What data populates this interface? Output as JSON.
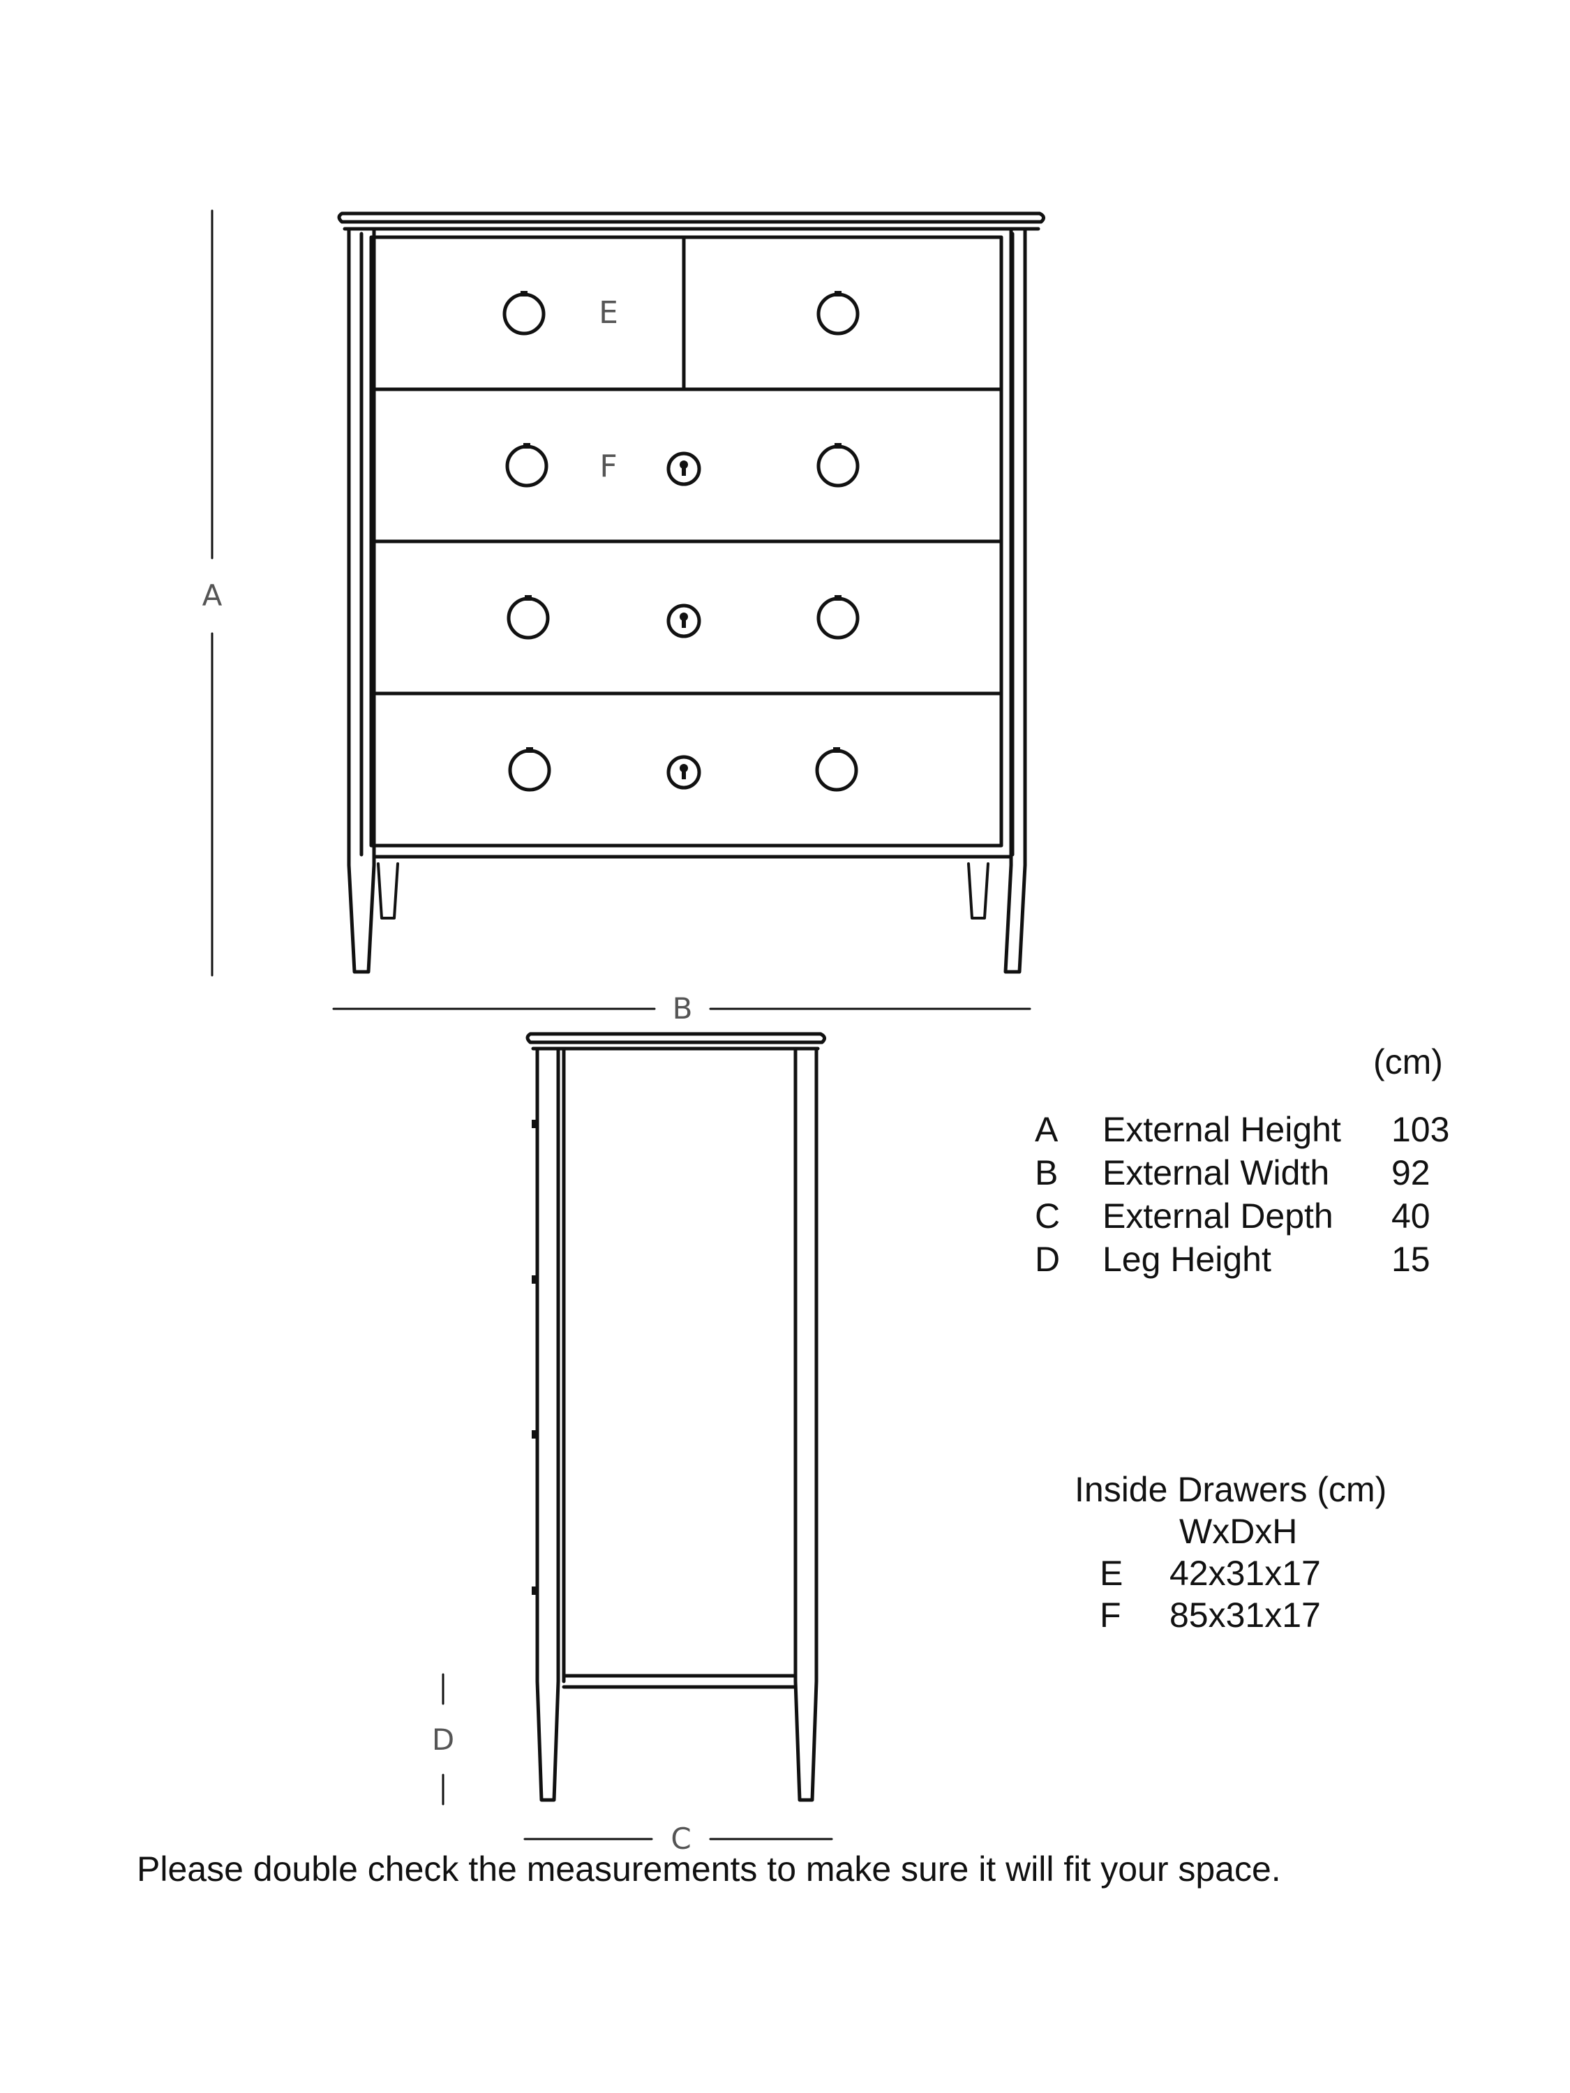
{
  "dimension_labels": {
    "a": "A",
    "b": "B",
    "c": "C",
    "d": "D"
  },
  "drawer_labels": {
    "e": "E",
    "f": "F"
  },
  "external": {
    "unit": "(cm)",
    "rows": [
      {
        "key": "A",
        "label": "External Height",
        "value": "103"
      },
      {
        "key": "B",
        "label": "External Width",
        "value": "92"
      },
      {
        "key": "C",
        "label": "External Depth",
        "value": "40"
      },
      {
        "key": "D",
        "label": "Leg Height",
        "value": "15"
      }
    ]
  },
  "inside": {
    "title": "Inside Drawers (cm)",
    "subtitle": "WxDxH",
    "rows": [
      {
        "key": "E",
        "value": "42x31x17"
      },
      {
        "key": "F",
        "value": "85x31x17"
      }
    ]
  },
  "note": "Please double check the measurements to make sure it will fit your space."
}
